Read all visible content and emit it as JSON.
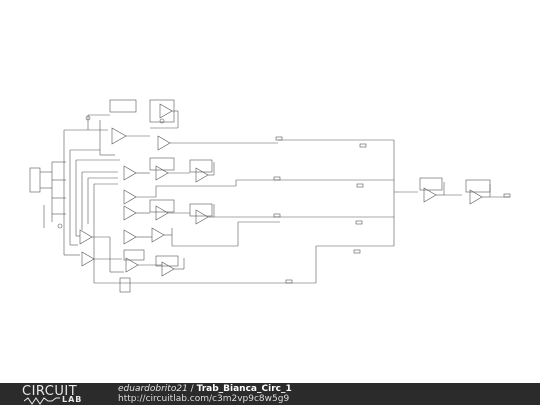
{
  "footer": {
    "logo_main": "CIRCUIT",
    "logo_sub": "LAB",
    "author": "eduardobrito21",
    "separator": " / ",
    "title": "Trab_Bianca_Circ_1",
    "url": "http://circuitlab.com/c3m2vp9c8w5g9"
  },
  "colors": {
    "background": "#ffffff",
    "wire": "#555555",
    "footer_bg": "#2b2b2b",
    "footer_text": "#dcdcdc"
  }
}
